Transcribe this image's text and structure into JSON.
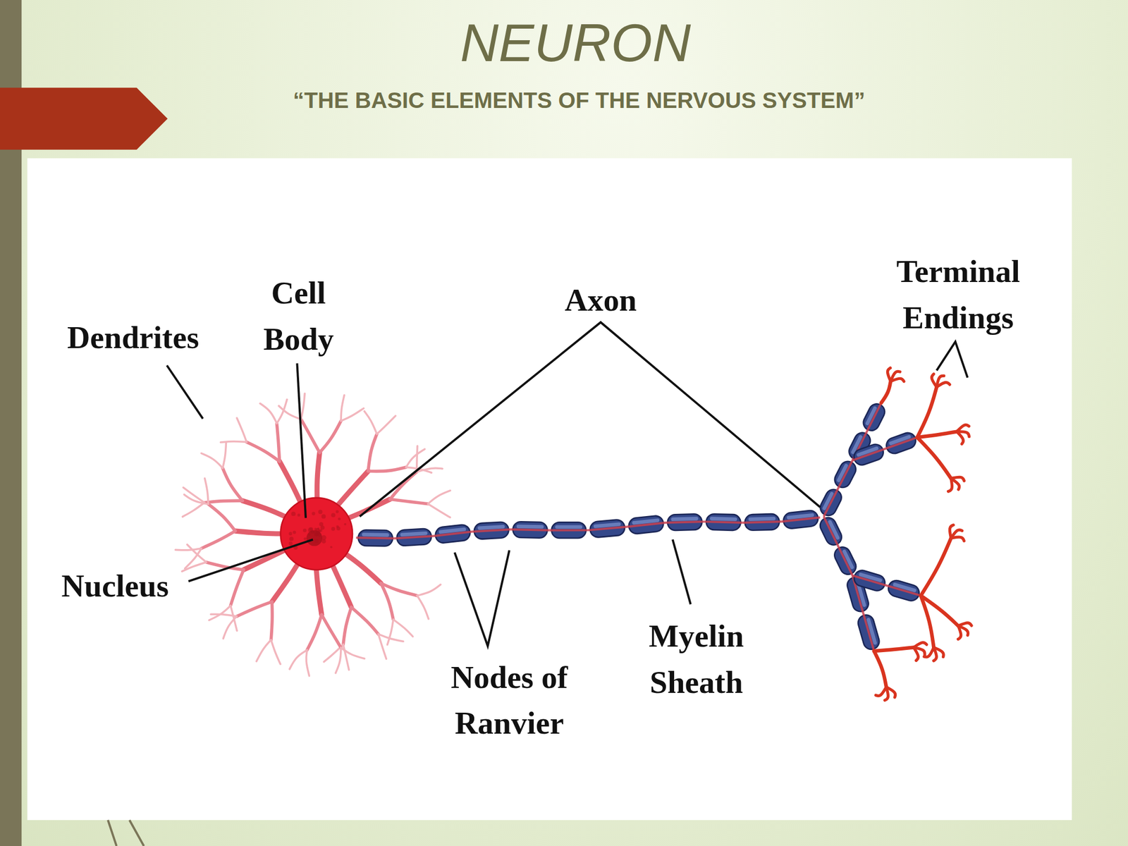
{
  "diagram": {
    "title": "NEURON",
    "labels": [
      "“THE BASIC ELEMENTS OF THE NERVOUS SYSTEM”",
      "Dendrites",
      "Cell Body",
      "Axon",
      "Terminal Endings",
      "Nucleus",
      "Nodes of Ranvier",
      "Myelin Sheath"
    ]
  }
}
